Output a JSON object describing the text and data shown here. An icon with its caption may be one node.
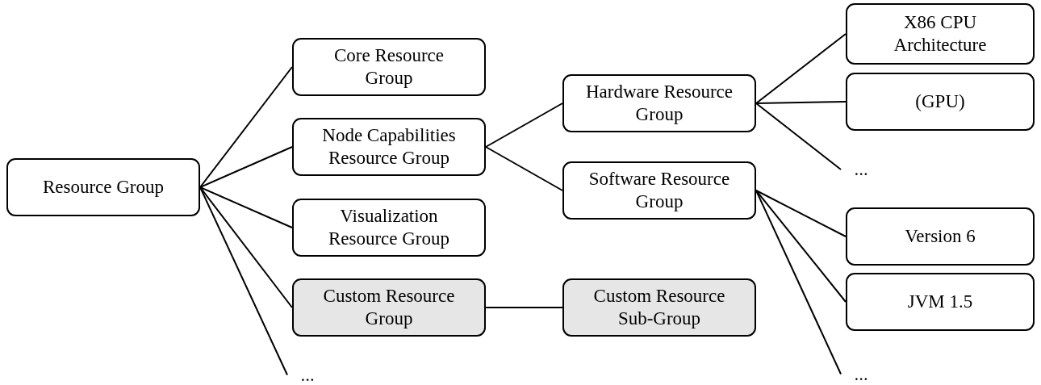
{
  "diagram": {
    "nodes": [
      {
        "text": [
          "Resource Group"
        ]
      },
      {
        "text": [
          "Core Resource Group"
        ]
      },
      {
        "text": [
          "Node Capabilities Resource Group"
        ]
      },
      {
        "text": [
          "Visualization Resource Group"
        ]
      },
      {
        "text": [
          "Custom Resource Group"
        ]
      },
      {
        "text": [
          "Hardware Resource Group"
        ]
      },
      {
        "text": [
          "Software Resource Group"
        ]
      },
      {
        "text": [
          "Custom Resource Sub-Group"
        ]
      },
      {
        "text": [
          "X86 CPU Architecture"
        ]
      },
      {
        "text": [
          "(GPU)"
        ]
      },
      {
        "text": [
          "..."
        ]
      },
      {
        "text": [
          "Version 6"
        ]
      },
      {
        "text": [
          "JVM 1.5"
        ]
      },
      {
        "text": [
          "..."
        ]
      },
      {
        "text": [
          "..."
        ]
      }
    ],
    "edges": [
      {
        "from": 0,
        "to": 1,
        "arrow": "none"
      },
      {
        "from": 0,
        "to": 2,
        "arrow": "none"
      },
      {
        "from": 0,
        "to": 3,
        "arrow": "none"
      },
      {
        "from": 0,
        "to": 4,
        "arrow": "none"
      },
      {
        "from": 0,
        "to": 14,
        "arrow": "none"
      },
      {
        "from": 2,
        "to": 5,
        "arrow": "none"
      },
      {
        "from": 2,
        "to": 6,
        "arrow": "none"
      },
      {
        "from": 4,
        "to": 7,
        "arrow": "none"
      },
      {
        "from": 5,
        "to": 8,
        "arrow": "none"
      },
      {
        "from": 5,
        "to": 9,
        "arrow": "none"
      },
      {
        "from": 5,
        "to": 10,
        "arrow": "none"
      },
      {
        "from": 6,
        "to": 11,
        "arrow": "none"
      },
      {
        "from": 6,
        "to": 12,
        "arrow": "none"
      },
      {
        "from": 6,
        "to": 13,
        "arrow": "none"
      }
    ]
  }
}
